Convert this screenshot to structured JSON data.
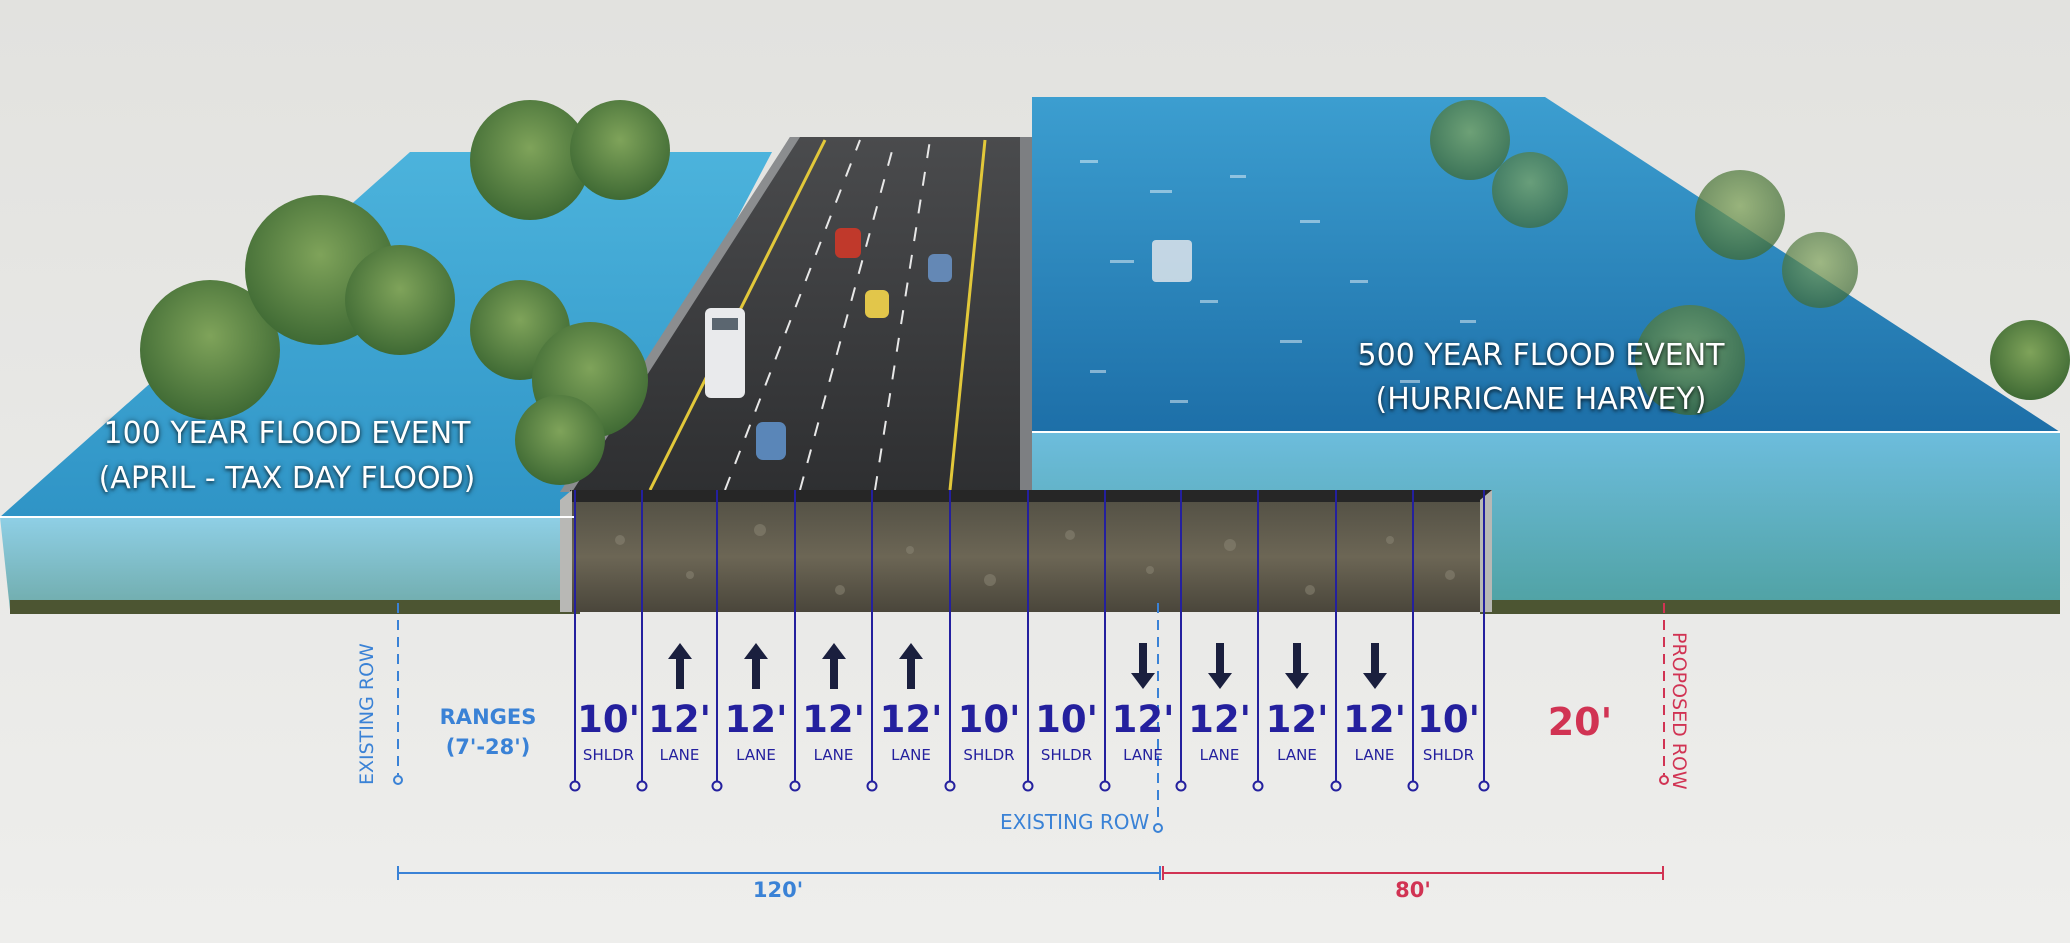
{
  "flood_left": {
    "title": "100 YEAR FLOOD EVENT",
    "subtitle": "(APRIL - TAX DAY FLOOD)"
  },
  "flood_right": {
    "title": "500 YEAR FLOOD EVENT",
    "subtitle": "(HURRICANE HARVEY)"
  },
  "cross_section": {
    "left_ranges": {
      "label": "RANGES",
      "value": "(7'-28')"
    },
    "right_extra": {
      "value": "20'"
    },
    "segments": [
      {
        "size": "10'",
        "label": "SHLDR",
        "arrow": "none"
      },
      {
        "size": "12'",
        "label": "LANE",
        "arrow": "up"
      },
      {
        "size": "12'",
        "label": "LANE",
        "arrow": "up"
      },
      {
        "size": "12'",
        "label": "LANE",
        "arrow": "up"
      },
      {
        "size": "12'",
        "label": "LANE",
        "arrow": "up"
      },
      {
        "size": "10'",
        "label": "SHLDR",
        "arrow": "none"
      },
      {
        "size": "10'",
        "label": "SHLDR",
        "arrow": "none"
      },
      {
        "size": "12'",
        "label": "LANE",
        "arrow": "down"
      },
      {
        "size": "12'",
        "label": "LANE",
        "arrow": "down"
      },
      {
        "size": "12'",
        "label": "LANE",
        "arrow": "down"
      },
      {
        "size": "12'",
        "label": "LANE",
        "arrow": "down"
      },
      {
        "size": "10'",
        "label": "SHLDR",
        "arrow": "none"
      }
    ]
  },
  "row_labels": {
    "existing_left": "EXISTING ROW",
    "existing_center": "EXISTING ROW",
    "proposed": "PROPOSED ROW"
  },
  "dimensions": {
    "existing_width": "120'",
    "proposed_width": "80'"
  },
  "colors": {
    "dimension_blue": "#24209e",
    "existing_row_blue": "#3a82d6",
    "proposed_row_red": "#d13353",
    "water": "#3fa7d6",
    "asphalt": "#3a3b3d"
  }
}
